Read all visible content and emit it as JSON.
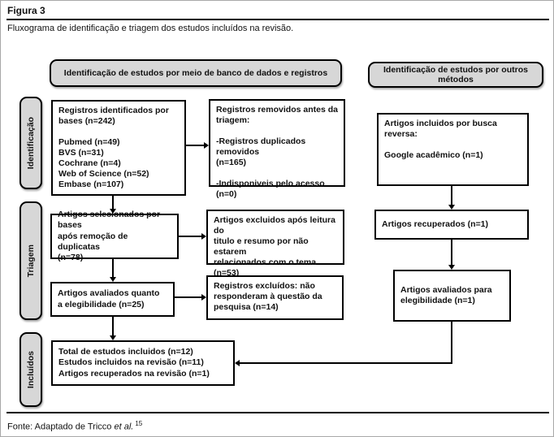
{
  "figure": {
    "title": "Figura 3",
    "caption": "Fluxograma de identificação e triagem dos estudos incluídos na revisão.",
    "source": {
      "prefix": "Fonte: Adaptado de Tricco ",
      "cited": "et al.",
      "ref": "15"
    }
  },
  "colors": {
    "panel_fill": "#d7d7d7",
    "line": "#000000"
  },
  "headers": {
    "databases": "Identificação de estudos por meio de banco de dados e registros",
    "other_methods": "Identificação de estudos por outros métodos"
  },
  "stages": {
    "identification": "Identificação",
    "screening": "Triagem",
    "included": "Incluídos"
  },
  "boxes": {
    "records_identified": "Registros identificados por\nbases (n=242)\n\nPubmed (n=49)\nBVS (n=31)\nCochrane (n=4)\nWeb of Science (n=52)\nEmbase (n=107)",
    "records_removed": "Registros removidos antes da\ntriagem:\n\n-Registros duplicados removidos\n(n=165)\n\n-Indisponiveis pelo acesso (n=0)",
    "articles_selected": "Artigos selecionados por bases\napós remoção de duplicatas\n(n=78)",
    "articles_excluded": "Artigos excluidos após leitura do\ntitulo e resumo por não estarem\nrelacionados com o tema (n=53)",
    "articles_assessed": "Artigos avaliados quanto\na elegibilidade (n=25)",
    "records_excluded": "Registros excluídos: não\nresponderam à questão da\npesquisa (n=14)",
    "totals": "Total de estudos incluidos (n=12)\nEstudos incluidos na revisão (n=11)\nArtigos recuperados na revisão  (n=1)",
    "reverse_search": "Artigos incluidos por busca\nreversa:\n\nGoogle acadêmico  (n=1)",
    "articles_retrieved": "Artigos recuperados (n=1)",
    "articles_eligibility": "Artigos avaliados para\nelegibilidade (n=1)"
  }
}
